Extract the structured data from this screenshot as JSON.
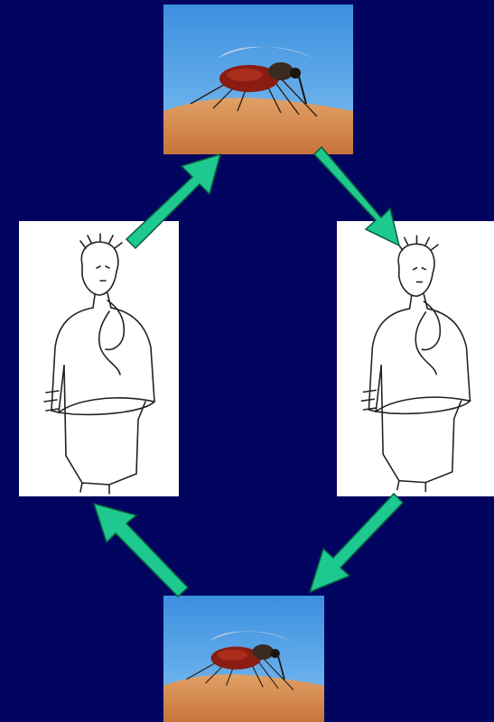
{
  "diagram": {
    "type": "transmission-cycle",
    "background_color": "#020560",
    "arrow_color": "#1DC98E",
    "nodes": [
      {
        "id": "mosquito-top",
        "icon": "mosquito-on-skin-photo"
      },
      {
        "id": "person-right",
        "icon": "thinking-man-sketch"
      },
      {
        "id": "mosquito-bottom",
        "icon": "mosquito-on-skin-photo"
      },
      {
        "id": "person-left",
        "icon": "thinking-man-sketch"
      }
    ],
    "edges": [
      {
        "from": "mosquito-top",
        "to": "person-right"
      },
      {
        "from": "person-right",
        "to": "mosquito-bottom"
      },
      {
        "from": "mosquito-bottom",
        "to": "person-left"
      },
      {
        "from": "person-left",
        "to": "mosquito-top"
      }
    ]
  }
}
